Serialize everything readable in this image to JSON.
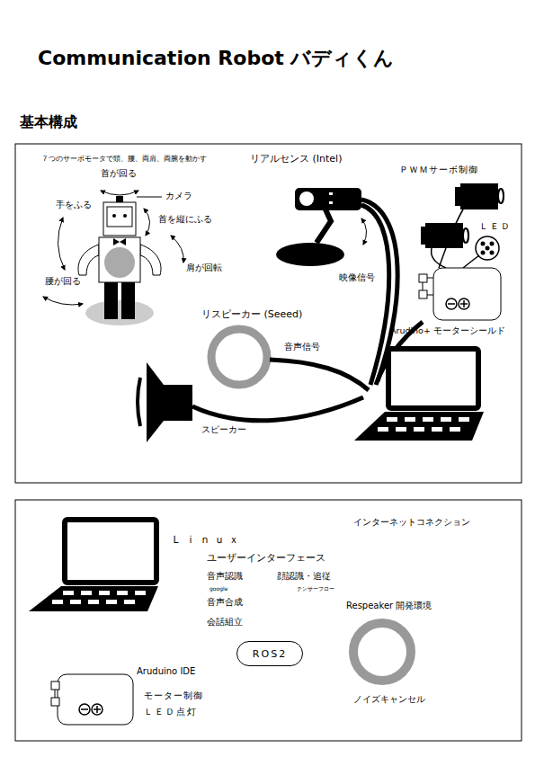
{
  "diagram": {
    "title": "Communication Robot バディくん",
    "nodes": [
      {
        "text": [
          "ROS2"
        ]
      }
    ],
    "labels": [
      "基本構成",
      "７つのサーボモータで頭、腰、両肩、両腕を動かす",
      "首が回る",
      "カメラ",
      "手をふる",
      "首を縦にふる",
      "肩が回転",
      "腰が回る",
      "リアルセンス (Intel)",
      "映像信号",
      "ＰＷＭサーボ制御",
      "ＬＥＤ",
      "Arudino+ モーターシールド",
      "リスピーカー (Seeed)",
      "音声信号",
      "スピーカー",
      "Ｌｉｎｕｘ",
      "インターネットコネクション",
      "ユーザーインターフェース",
      "音声認識",
      "google",
      "顔認識・追従",
      "テンサーフロー",
      "音声合成",
      "会話組立",
      "Respeaker 開発環境",
      "ノイズキャンセル",
      "Aruduino IDE",
      "モーター制御",
      "ＬＥＤ点灯"
    ]
  }
}
